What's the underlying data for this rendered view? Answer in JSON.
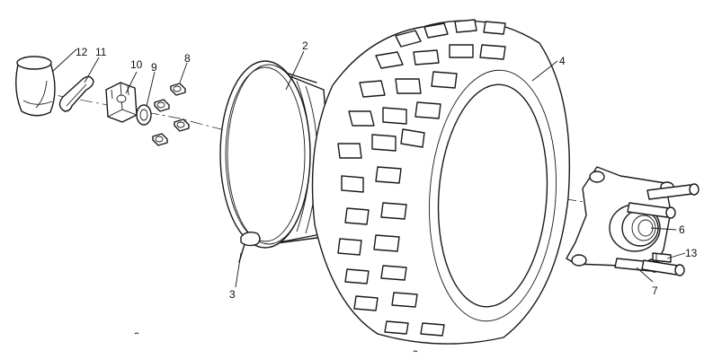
{
  "callouts": [
    {
      "id": "1",
      "text": "2"
    },
    {
      "id": "2",
      "text": "3"
    },
    {
      "id": "3",
      "text": "4"
    },
    {
      "id": "4",
      "text": "6"
    },
    {
      "id": "5",
      "text": "7"
    },
    {
      "id": "6",
      "text": "8"
    },
    {
      "id": "7",
      "text": "9"
    },
    {
      "id": "8",
      "text": "10"
    },
    {
      "id": "9",
      "text": "11"
    },
    {
      "id": "10",
      "text": "12"
    },
    {
      "id": "11",
      "text": "13"
    }
  ],
  "colors": {
    "line": "#1a1a1a",
    "background": "#ffffff"
  }
}
